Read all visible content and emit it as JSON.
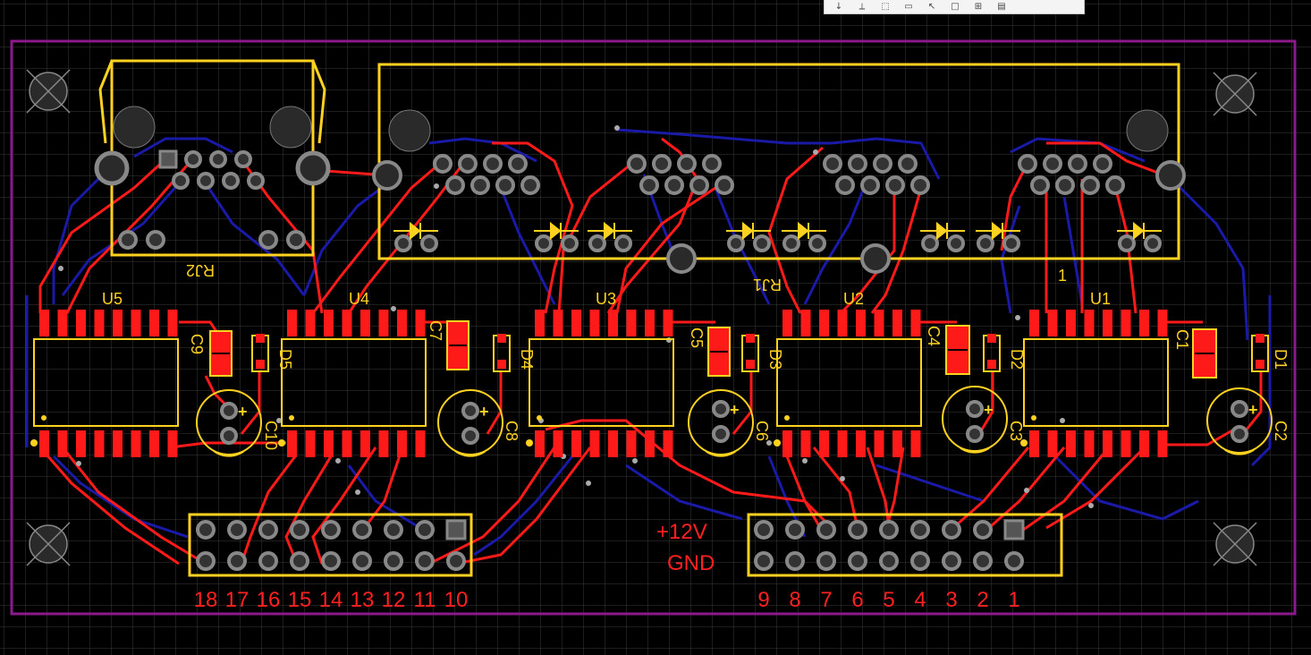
{
  "colors": {
    "background": "#000000",
    "grid": "#3a3a3a",
    "board_outline": "#8a1a8a",
    "top_copper": "#ff1a1a",
    "bottom_copper": "#1a1aa8",
    "silkscreen": "#ffd21f",
    "pad": "#888888",
    "hole": "#2a2a2a"
  },
  "toolbar": {
    "icons": [
      "arrow-down-icon",
      "route-icon",
      "select-area-icon",
      "rectangle-icon",
      "pointer-icon",
      "square-icon",
      "component-icon",
      "layers-icon"
    ]
  },
  "designators": {
    "ics": [
      "U5",
      "U4",
      "U3",
      "U2",
      "U1"
    ],
    "connectors": [
      "RJ2",
      "RJ1"
    ],
    "capacitors_smd": [
      "C9",
      "C7",
      "C5",
      "C4",
      "C1"
    ],
    "diodes": [
      "D5",
      "D4",
      "D3",
      "D2",
      "D1"
    ],
    "capacitors_electrolytic": [
      "C10",
      "C8",
      "C6",
      "C3",
      "C2"
    ],
    "pin_one_marker": "1",
    "polarity": "+"
  },
  "power_labels": {
    "positive": "+12V",
    "ground": "GND"
  },
  "header_left_pins": [
    "18",
    "17",
    "16",
    "15",
    "14",
    "13",
    "12",
    "11",
    "10"
  ],
  "header_right_pins": [
    "9",
    "8",
    "7",
    "6",
    "5",
    "4",
    "3",
    "2",
    "1"
  ]
}
